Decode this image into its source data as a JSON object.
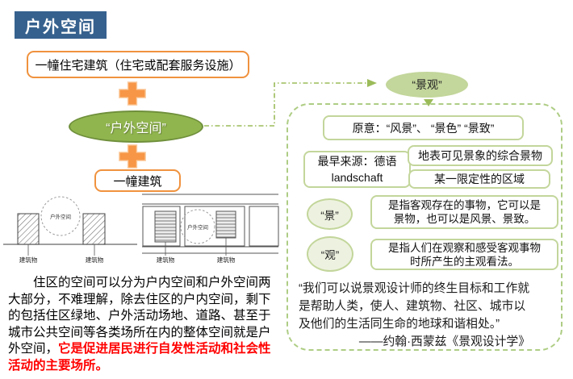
{
  "title": "户外空间",
  "left_flow": {
    "box1": "一幢住宅建筑（住宅或配套服务设施）",
    "ellipse": "“户外空间”",
    "box2": "一幢建筑"
  },
  "diagram": {
    "circle_label": "户外空间",
    "building_label": "建筑物"
  },
  "right_panel": {
    "ellipse_label": "“景观”",
    "box_origin": "原意：“风景”、 “景色” “景致”",
    "box_source_line1": "最早来源：德语",
    "box_source_line2": "landschaft",
    "box_surface": "地表可见景象的综合景物",
    "box_region": "某一限定性的区域",
    "jing_label": "“景”",
    "jing_def": "是指客观存在的事物，它可以是景物，也可以是风景、景致。",
    "guan_label": "“观”",
    "guan_def": "是指人们在观察和感受客观事物时所产生的主观看法。",
    "quote": "“我们可以说景观设计师的终生目标和工作就是帮助人类，使人、建筑物、社区、城市以及他们的生活同生命的地球和谐相处。”",
    "attribution": "——约翰·西蒙兹《景观设计学》"
  },
  "paragraph": {
    "black": "住区的空间可以分为户内空间和户外空间两大部分，不难理解，除去住区的户内空间，剩下的包括住区绿地、户外活动场地、道路、甚至于城市公共空间等各类场所在内的整体空间就是户外空间，",
    "red": "它是促进居民进行自发性活动和社会性活动的主要场所。"
  },
  "colors": {
    "title_bg": "#36618E",
    "orange": "#F0923E",
    "plus_orange": "#F79646",
    "green_fill": "#90B54E",
    "green_border": "#6F8F3B",
    "light_green": "#C3D69B",
    "dash_green": "#9BBB59",
    "red_text": "#FF0000"
  }
}
